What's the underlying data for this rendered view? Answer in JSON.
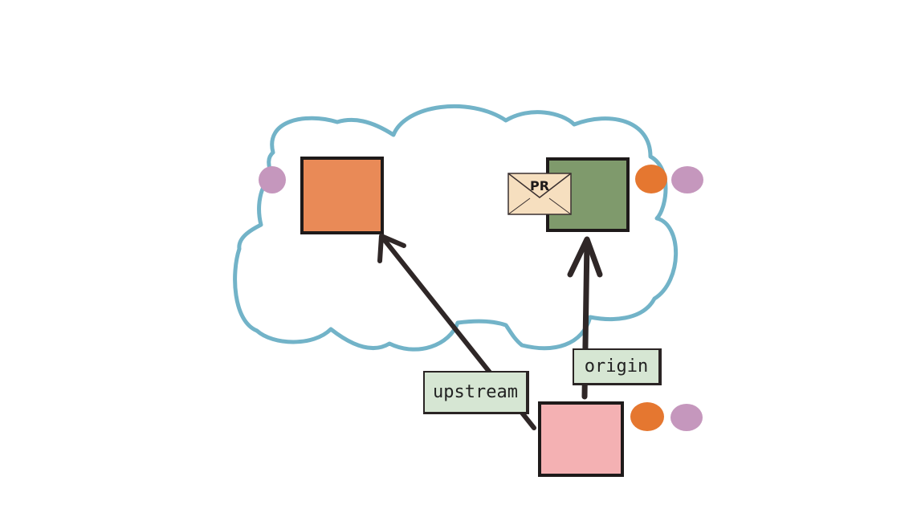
{
  "labels": {
    "upstream": "upstream",
    "origin": "origin"
  },
  "envelope": {
    "text": "PR"
  },
  "colors": {
    "cloud_stroke": "#72b3c8",
    "upstream_repo": "#e98a57",
    "origin_repo": "#7f9a6c",
    "local_repo": "#f4b1b3",
    "branch_purple": "#c597bd",
    "branch_orange": "#e57730",
    "arrow": "#2f2727",
    "label_bg": "#d6e6d3",
    "envelope_bg": "#f6dfbf"
  }
}
